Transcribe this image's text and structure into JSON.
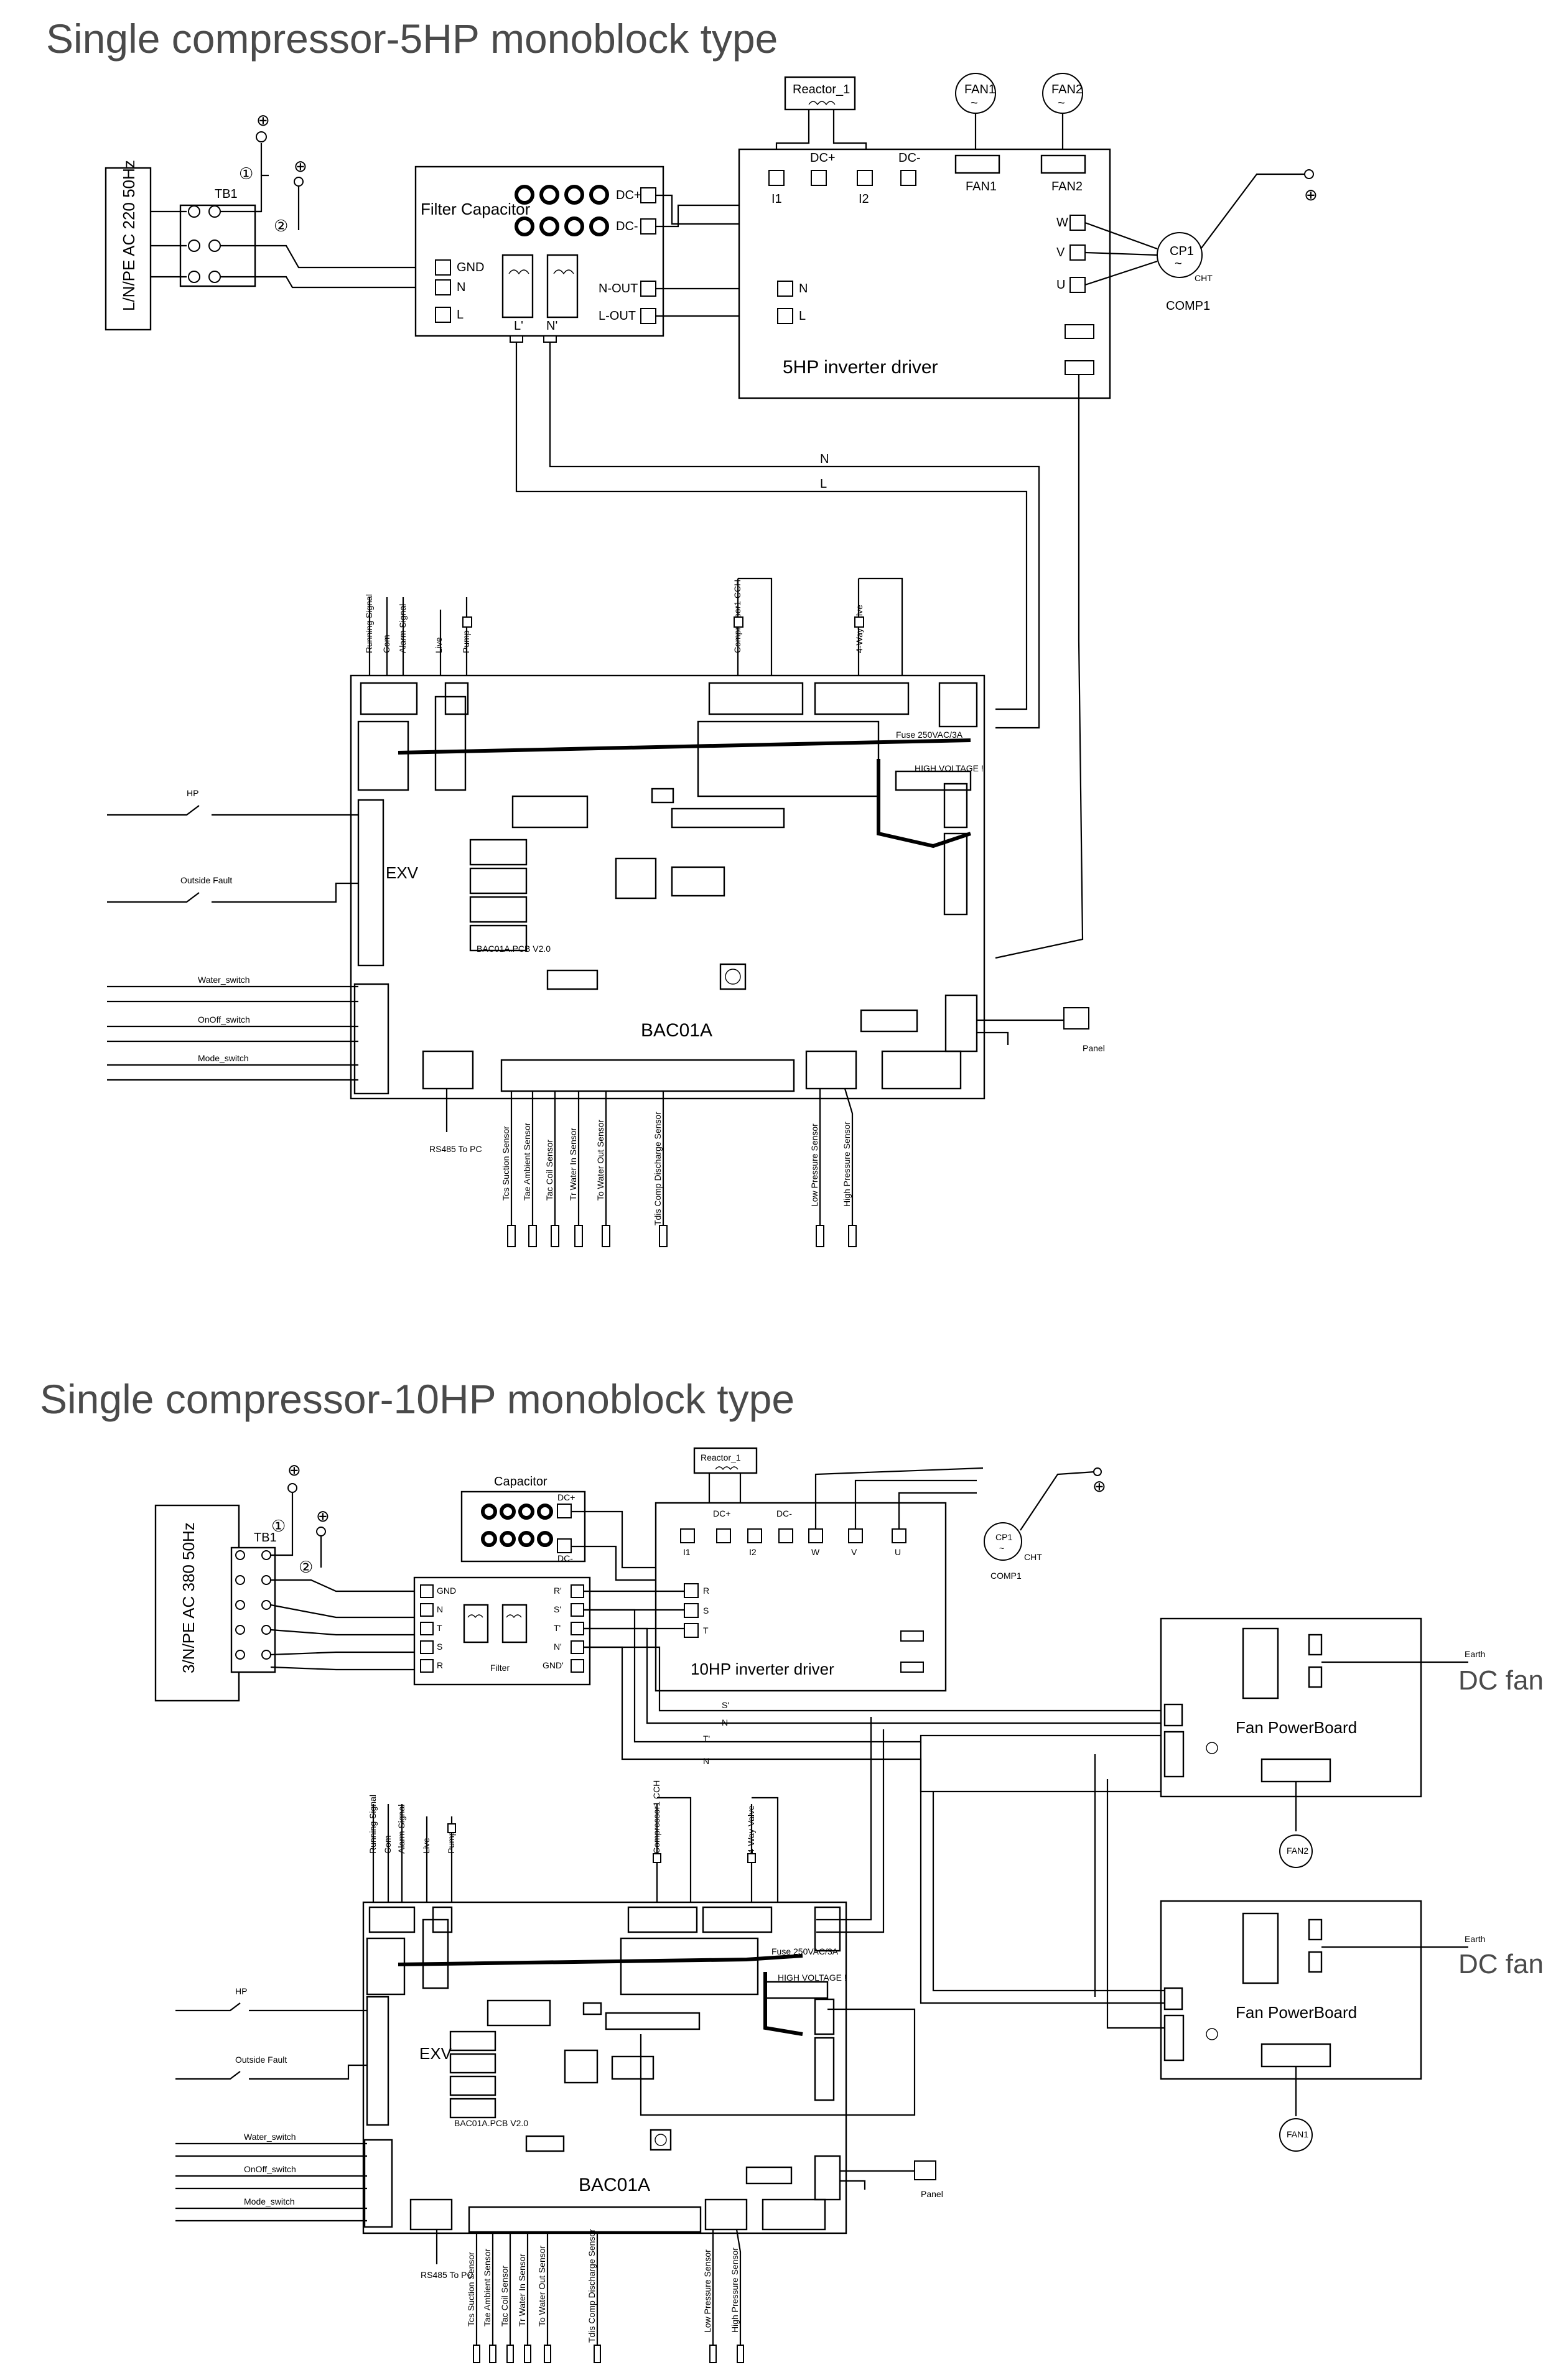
{
  "diagram1": {
    "title": "Single compressor-5HP monoblock type",
    "power_label": "L/N/PE AC 220 50Hz",
    "tb": "TB1",
    "circle1": "①",
    "circle2": "②",
    "filter": {
      "title": "Filter Capacitor",
      "dcp": "DC+",
      "dcm": "DC-",
      "gnd": "GND",
      "n": "N",
      "l": "L",
      "nout": "N-OUT",
      "lout": "L-OUT",
      "lp": "L'",
      "np": "N'"
    },
    "reactor": "Reactor_1",
    "fan1": "FAN1",
    "fan2": "FAN2",
    "driver": {
      "title": "5HP inverter driver",
      "i1": "I1",
      "dcp": "DC+",
      "i2": "I2",
      "dcm": "DC-",
      "w": "W",
      "v": "V",
      "u": "U",
      "n": "N",
      "l": "L"
    },
    "cp1": "CP1",
    "comp1": "COMP1",
    "cht": "CHT",
    "wire_n": "N",
    "wire_l": "L",
    "outputs": [
      "Running Signal",
      "Com",
      "Alarm Signal",
      "Live",
      "Pump",
      "Compressor1 CCH",
      "4-Way Valve"
    ],
    "board": "BAC01A",
    "exv": "EXV",
    "pcb": "BAC01A.PCB V2.0",
    "fuse": "Fuse 250VAC/3A",
    "high_voltage": "HIGH VOLTAGE !",
    "inputs": [
      "HP",
      "Outside Fault",
      "Water_switch",
      "OnOff_switch",
      "Mode_switch"
    ],
    "rs485": "RS485 To PC",
    "panel": "Panel",
    "sensors": [
      "Tcs Suction Sensor",
      "Tae Ambient Sensor",
      "Tac Coil Sensor",
      "Tr Water In Sensor",
      "To Water Out Sensor",
      "Tdis Comp Discharge Sensor"
    ],
    "pressure_sensors": [
      "Low Pressure Sensor",
      "High Pressure Sensor"
    ]
  },
  "diagram2": {
    "title": "Single compressor-10HP monoblock type",
    "power_label": "3/N/PE AC 380 50Hz",
    "tb": "TB1",
    "circle1": "①",
    "circle2": "②",
    "capacitor": "Capacitor",
    "cap_dcp": "DC+",
    "cap_dcm": "DC-",
    "reactor": "Reactor_1",
    "driver": {
      "title": "10HP inverter driver",
      "i1": "I1",
      "dcp": "DC+",
      "i2": "I2",
      "dcm": "DC-",
      "w": "W",
      "v": "V",
      "u": "U",
      "r": "R",
      "s": "S",
      "t": "T"
    },
    "cp1": "CP1",
    "comp1": "COMP1",
    "cht": "CHT",
    "filter": {
      "title": "Filter",
      "gnd": "GND",
      "n": "N",
      "t": "T",
      "s": "S",
      "r": "R",
      "rp": "R'",
      "sp": "S'",
      "tp": "T'",
      "np": "N'",
      "gndp": "GND'"
    },
    "wire_sp": "S'",
    "wire_n": "N",
    "wire_tp": "T'",
    "wire_n2": "N",
    "fanboard1": "Fan PowerBoard",
    "fanboard2": "Fan PowerBoard",
    "dcfan": "DC fan",
    "earth": "Earth",
    "fan2": "FAN2",
    "fan1": "FAN1",
    "outputs": [
      "Running Signal",
      "Com",
      "Alarm Signal",
      "Live",
      "Pump",
      "Compressor1 CCH",
      "4-Way Valve"
    ],
    "board": "BAC01A",
    "exv": "EXV",
    "pcb": "BAC01A.PCB V2.0",
    "fuse": "Fuse 250VAC/3A",
    "high_voltage": "HIGH VOLTAGE !",
    "inputs": [
      "HP",
      "Outside Fault",
      "Water_switch",
      "OnOff_switch",
      "Mode_switch"
    ],
    "rs485": "RS485 To PC",
    "panel": "Panel",
    "sensors": [
      "Tcs Suction Sensor",
      "Tae Ambient Sensor",
      "Tac Coil Sensor",
      "Tr Water In Sensor",
      "To Water Out Sensor",
      "Tdis Comp Discharge Sensor"
    ],
    "pressure_sensors": [
      "Low Pressure Sensor",
      "High Pressure Sensor"
    ]
  }
}
